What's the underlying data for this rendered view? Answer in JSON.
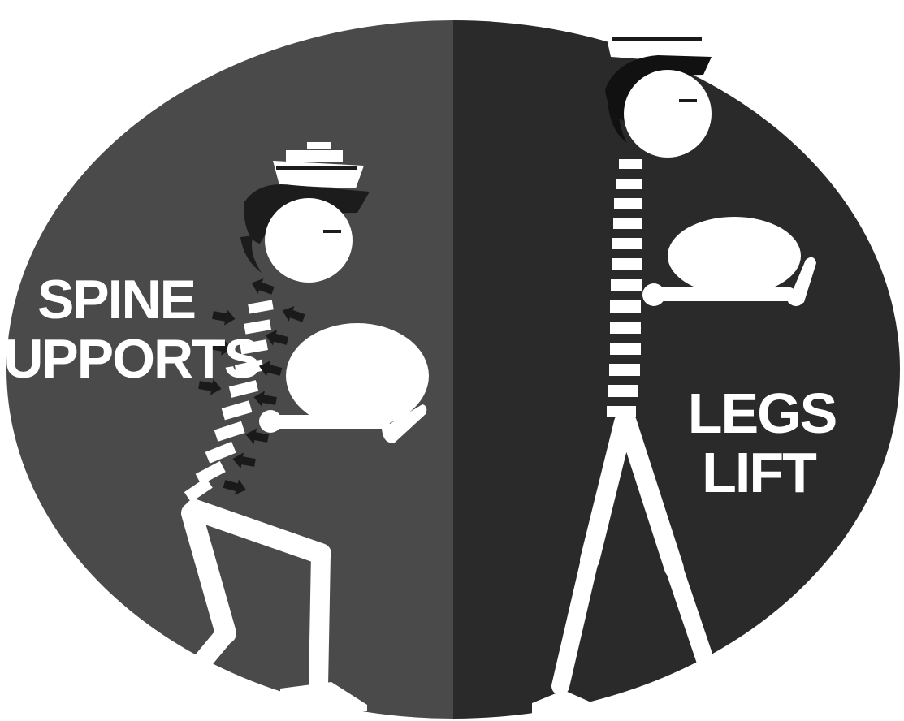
{
  "labels": {
    "left_line1": "SPINE",
    "left_line2": "SUPPORTS",
    "right_line1": "LEGS",
    "right_line2": "LIFT"
  },
  "colors": {
    "background": "#ffffff",
    "left_panel": "#4a4a4a",
    "right_panel": "#2a2a2a",
    "figure": "#ffffff",
    "hair": "#1c1c1c",
    "arrow": "#1a1a1a"
  },
  "icons": {
    "left_figure": "correct-posture-crouching-figure",
    "right_figure": "standing-figure-holding-load",
    "arrows": "pressure-arrow-icon"
  }
}
